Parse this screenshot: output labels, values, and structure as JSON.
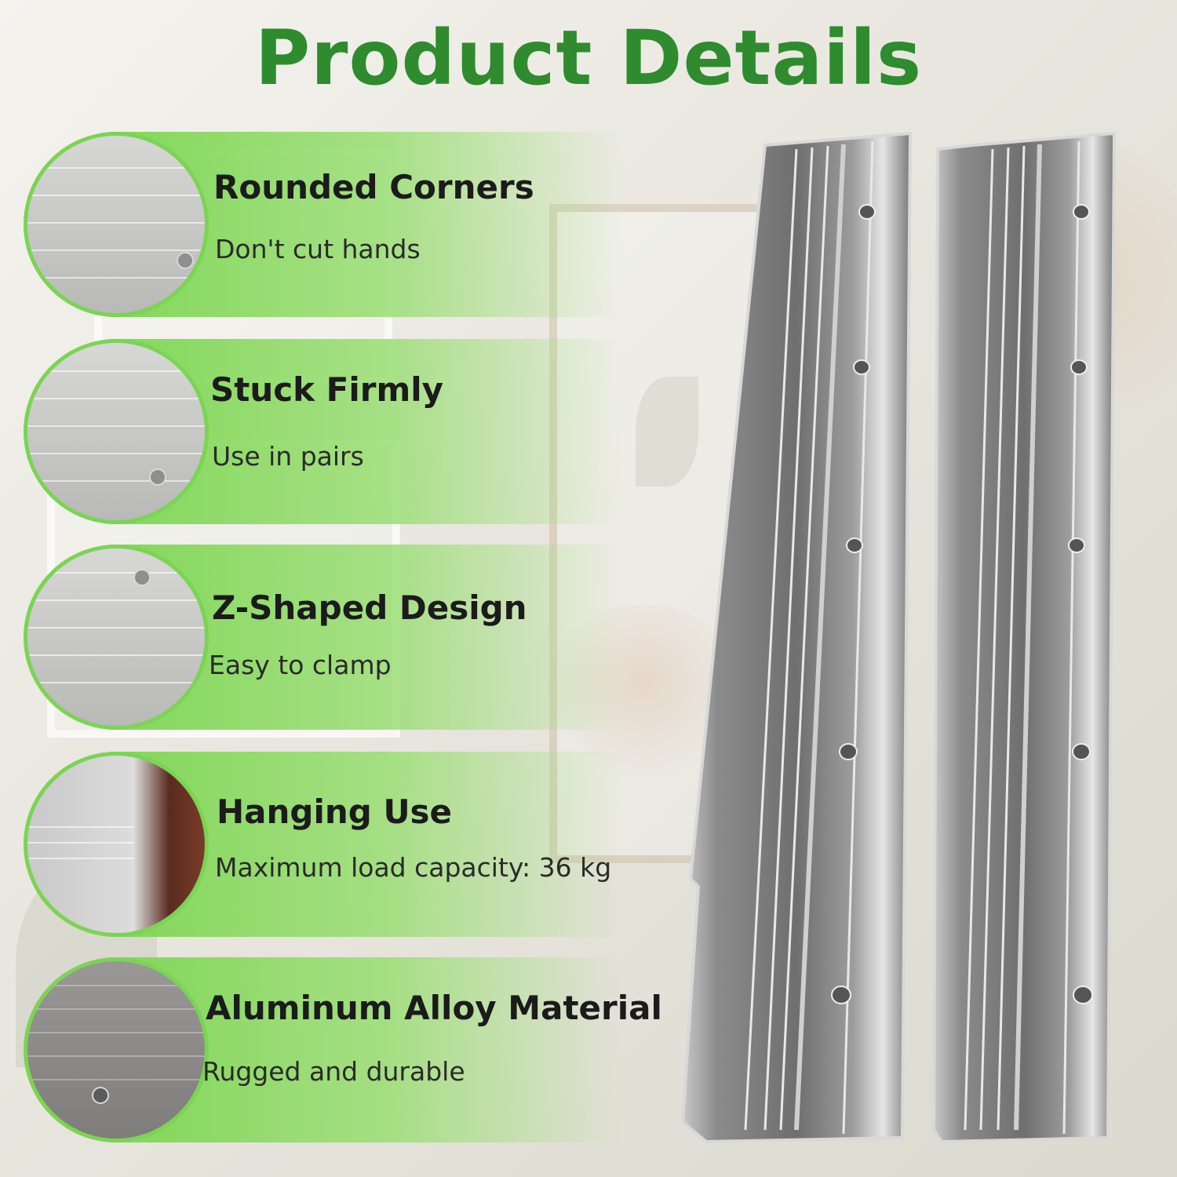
{
  "page": {
    "title": "Product Details",
    "accent_color": "#2e8b2e",
    "band_color": "#7bd453"
  },
  "features": [
    {
      "heading": "Rounded Corners",
      "subtext": "Don't cut hands",
      "icon": "rail-corner-closeup"
    },
    {
      "heading": "Stuck Firmly",
      "subtext": "Use in pairs",
      "icon": "paired-rails-closeup"
    },
    {
      "heading": "Z-Shaped Design",
      "subtext": "Easy to clamp",
      "icon": "z-profile-closeup"
    },
    {
      "heading": "Hanging Use",
      "subtext": "Maximum load capacity: 36 kg",
      "icon": "wall-hanging-photo"
    },
    {
      "heading": "Aluminum Alloy Material",
      "subtext": "Rugged and durable",
      "icon": "brushed-metal-closeup"
    }
  ],
  "product_image": {
    "name": "z-clip-rails",
    "count": 2,
    "color": "#9a9a9a"
  }
}
